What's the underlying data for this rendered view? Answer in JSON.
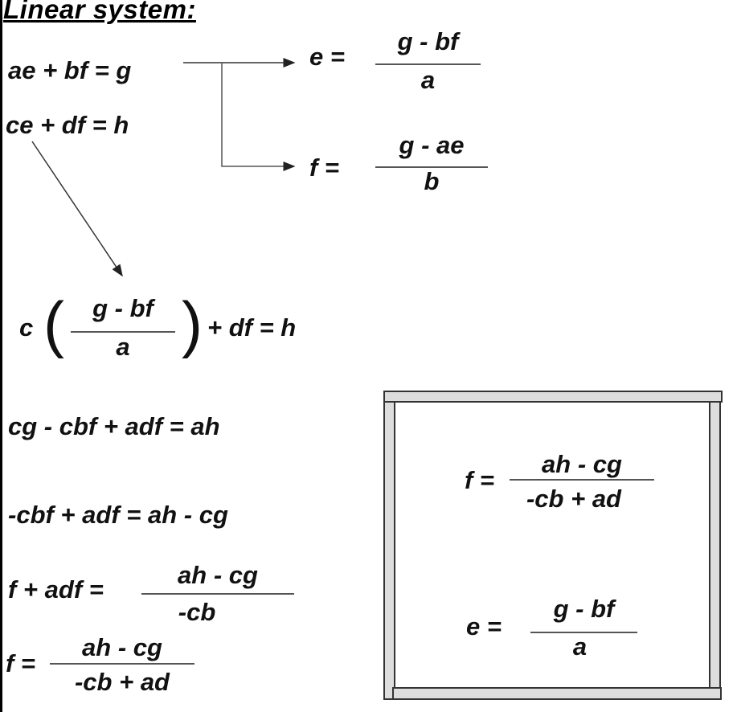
{
  "title": "Linear system:",
  "system": {
    "eq1": "ae + bf = g",
    "eq2": "ce + df = h"
  },
  "solve_e": {
    "lhs": "e =",
    "num": "g - bf",
    "den": "a"
  },
  "solve_f": {
    "lhs": "f =",
    "num": "g - ae",
    "den": "b"
  },
  "substitution": {
    "coef": "c",
    "num": "g - bf",
    "den": "a",
    "rest": "+ df = h",
    "open": "(",
    "close": ")"
  },
  "steps": {
    "s1": "cg - cbf + adf = ah",
    "s2": "-cbf + adf = ah - cg",
    "s3": {
      "lhs": "f + adf =",
      "num": "ah - cg",
      "den": "-cb"
    },
    "s4": {
      "lhs": "f =",
      "num": "ah - cg",
      "den": "-cb + ad"
    }
  },
  "result_box": {
    "f": {
      "lhs": "f =",
      "num": "ah - cg",
      "den": "-cb + ad"
    },
    "e": {
      "lhs": "e =",
      "num": "g - bf",
      "den": "a"
    }
  }
}
